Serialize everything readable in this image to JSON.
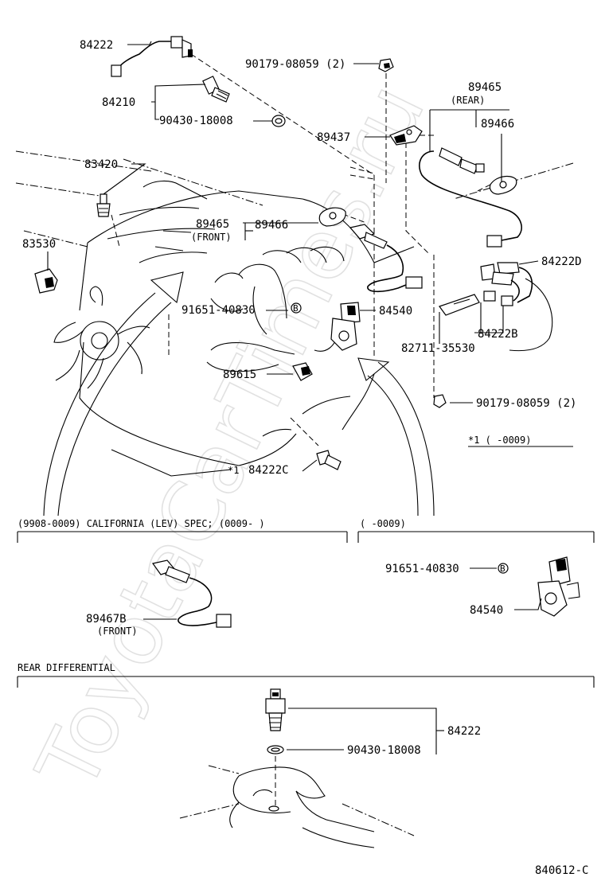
{
  "watermark": "ToyotaCarTimes.ru",
  "diagram_code": "840612-C",
  "labels": {
    "p84222_top": "84222",
    "p84210": "84210",
    "p90430_top": "90430-18008",
    "p90179_top": "90179-08059 (2)",
    "p89437": "89437",
    "p89465_rear": "89465",
    "rear_note": "(REAR)",
    "p89466_right": "89466",
    "p83420": "83420",
    "p89465_front": "89465",
    "front_note": "(FRONT)",
    "p89466_mid": "89466",
    "p84222D": "84222D",
    "p83530": "83530",
    "p91651_mid": "91651-40830",
    "p84540_mid": "84540",
    "p84222B": "84222B",
    "p82711": "82711-35530",
    "p89615": "89615",
    "p90179_bottom": "90179-08059 (2)",
    "note_star1": "*1 (      -0009)",
    "p84222C": "84222C",
    "star1": "*1",
    "section_california": "(9908-0009) CALIFORNIA (LEV) SPEC; (0009-      )",
    "section_range": "(      -0009)",
    "p89467B": "89467B",
    "front_note_b": "(FRONT)",
    "p91651_right": "91651-40830",
    "p84540_right": "84540",
    "section_rear_diff": "REAR DIFFERENTIAL",
    "p84222_bottom": "84222",
    "p90430_bottom": "90430-18008"
  },
  "icons": {
    "bolt_marker": "B",
    "bolt_marker_2": "B"
  }
}
